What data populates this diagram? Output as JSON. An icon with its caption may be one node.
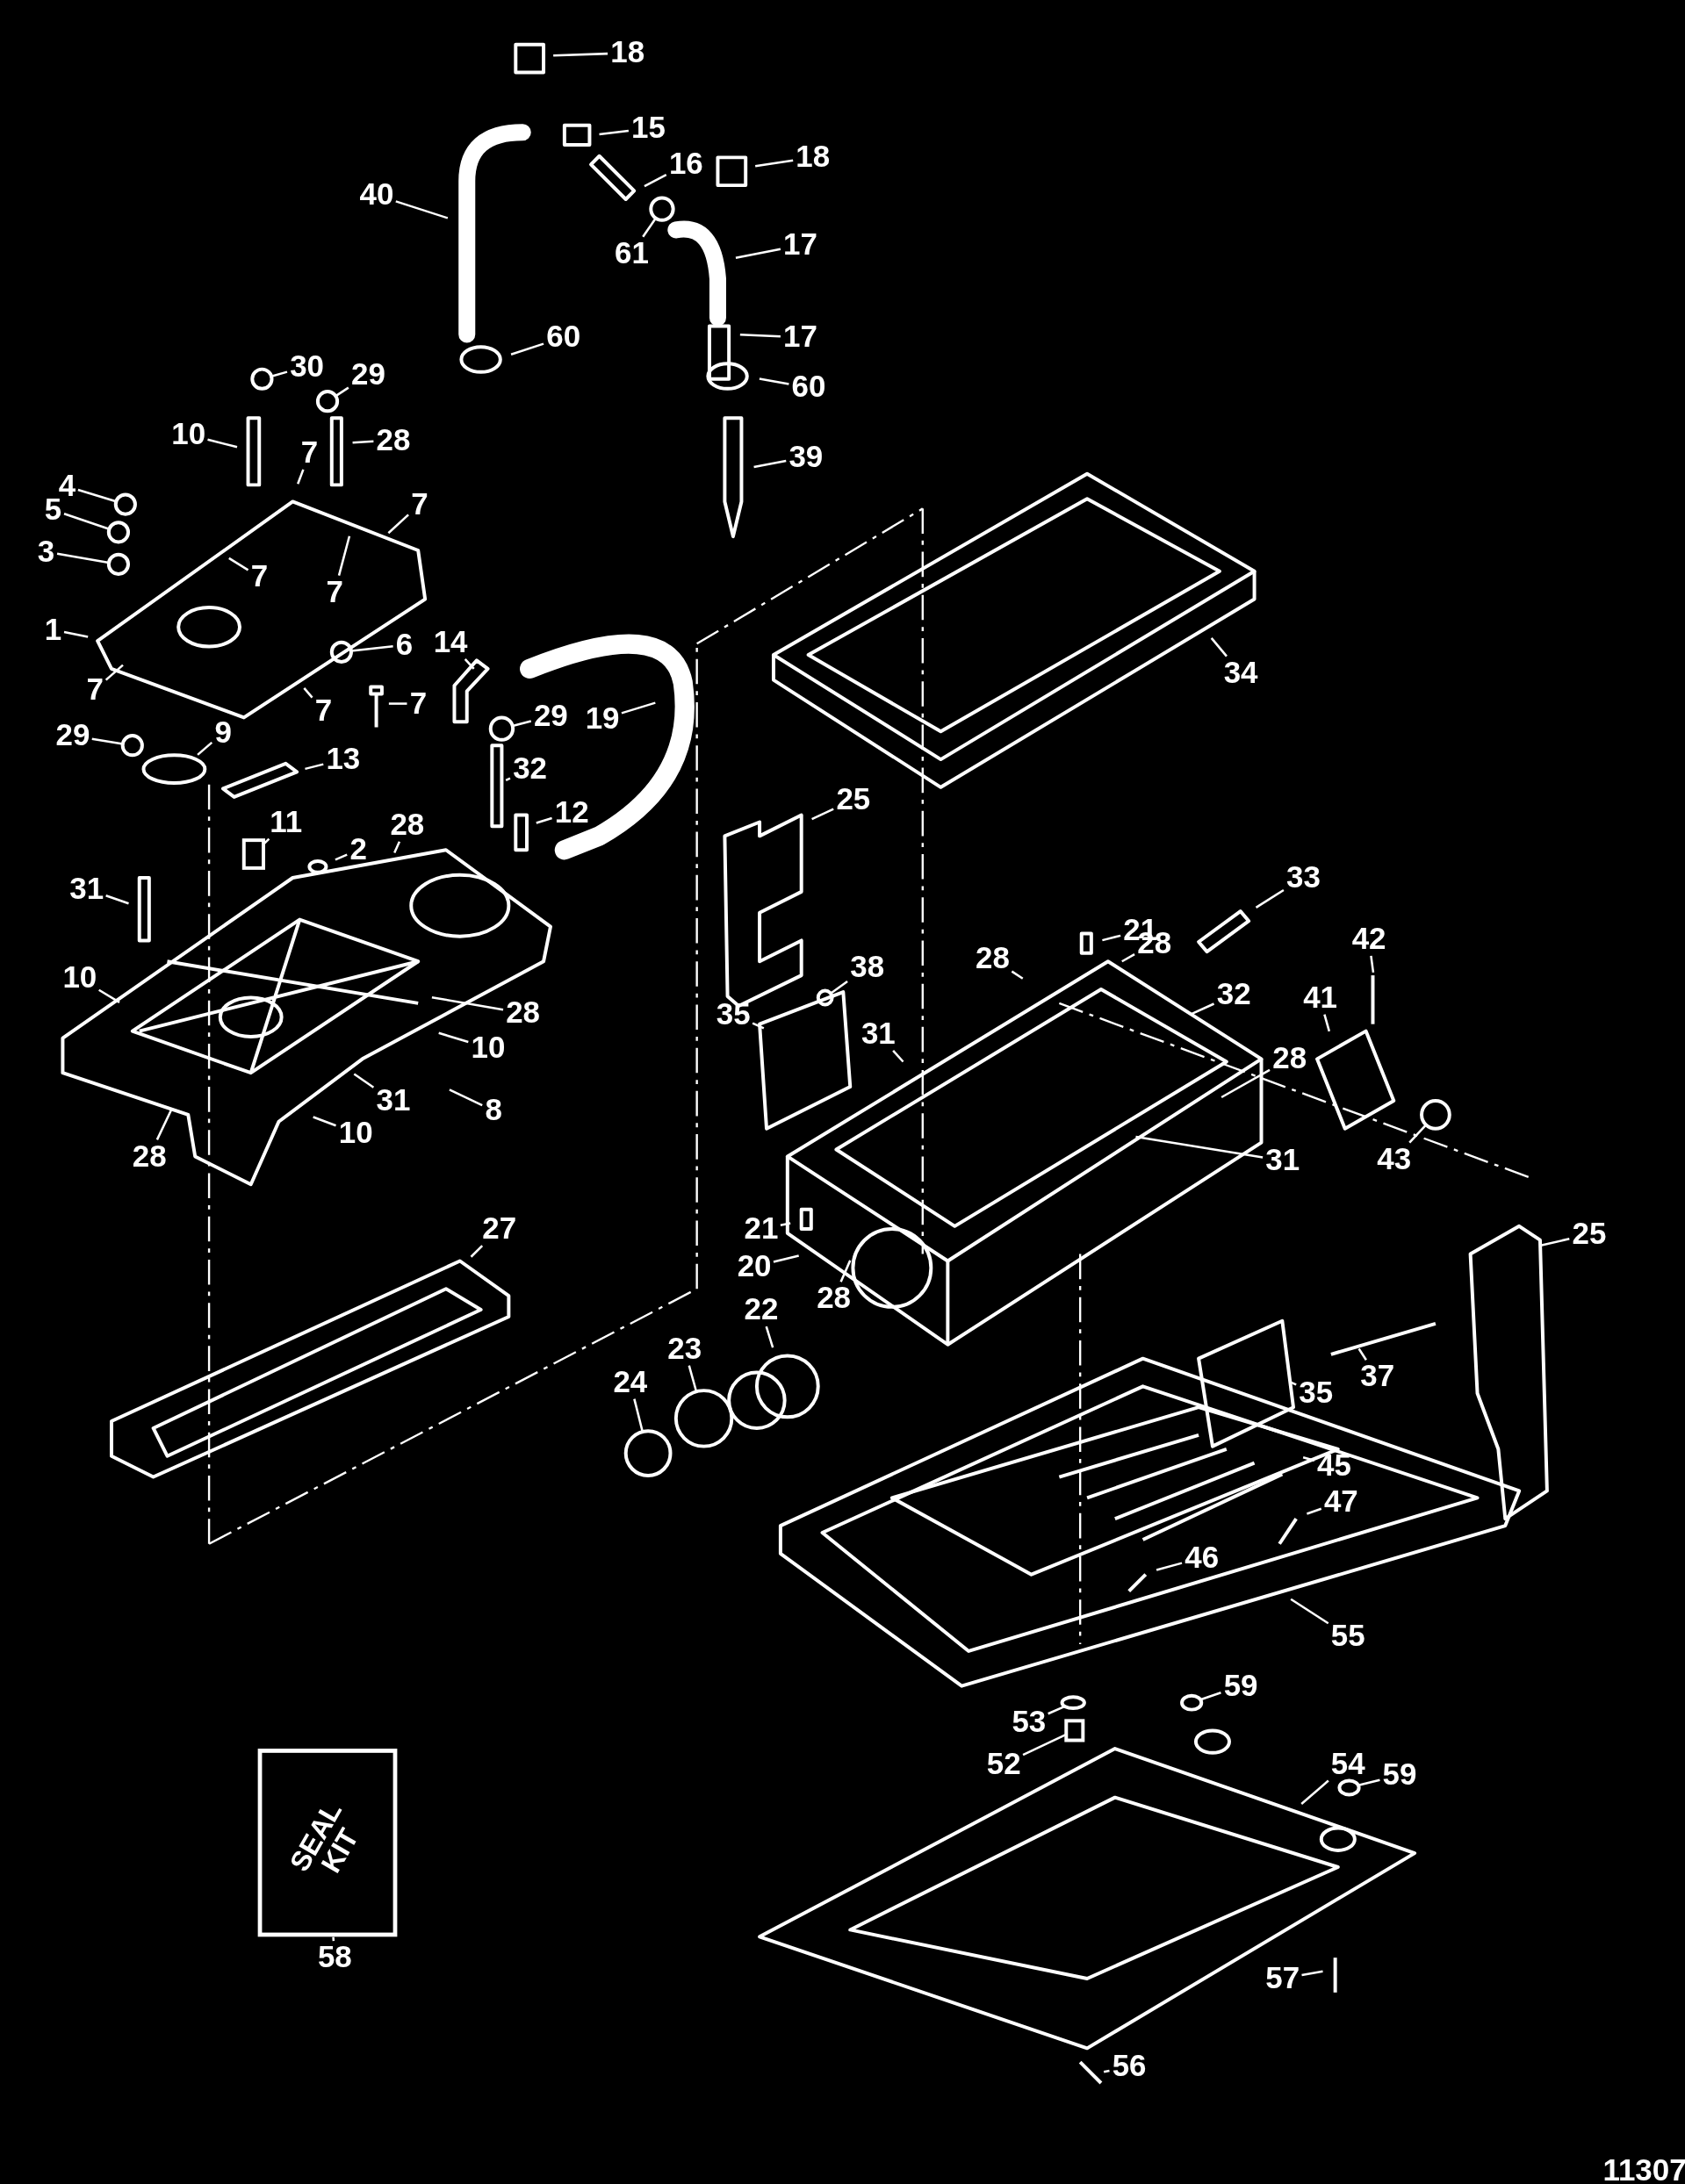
{
  "diagram": {
    "nodes": [
      {
        "text": [
          "18"
        ]
      },
      {
        "text": [
          "15"
        ]
      },
      {
        "text": [
          "18"
        ]
      },
      {
        "text": [
          "16"
        ]
      },
      {
        "text": [
          "40"
        ]
      },
      {
        "text": [
          "17"
        ]
      },
      {
        "text": [
          "61"
        ]
      },
      {
        "text": [
          "17"
        ]
      },
      {
        "text": [
          "60"
        ]
      },
      {
        "text": [
          "30"
        ]
      },
      {
        "text": [
          "29"
        ]
      },
      {
        "text": [
          "60"
        ]
      },
      {
        "text": [
          "10"
        ]
      },
      {
        "text": [
          "28"
        ]
      },
      {
        "text": [
          "7"
        ]
      },
      {
        "text": [
          "39"
        ]
      },
      {
        "text": [
          "4"
        ]
      },
      {
        "text": [
          "7"
        ]
      },
      {
        "text": [
          "5"
        ]
      },
      {
        "text": [
          "3"
        ]
      },
      {
        "text": [
          "7"
        ]
      },
      {
        "text": [
          "7"
        ]
      },
      {
        "text": [
          "1"
        ]
      },
      {
        "text": [
          "6"
        ]
      },
      {
        "text": [
          "14"
        ]
      },
      {
        "text": [
          "34"
        ]
      },
      {
        "text": [
          "7"
        ]
      },
      {
        "text": [
          "7"
        ]
      },
      {
        "text": [
          "7"
        ]
      },
      {
        "text": [
          "29"
        ]
      },
      {
        "text": [
          "19"
        ]
      },
      {
        "text": [
          "9"
        ]
      },
      {
        "text": [
          "29"
        ]
      },
      {
        "text": [
          "13"
        ]
      },
      {
        "text": [
          "32"
        ]
      },
      {
        "text": [
          "25"
        ]
      },
      {
        "text": [
          "12"
        ]
      },
      {
        "text": [
          "11"
        ]
      },
      {
        "text": [
          "28"
        ]
      },
      {
        "text": [
          "2"
        ]
      },
      {
        "text": [
          "33"
        ]
      },
      {
        "text": [
          "31"
        ]
      },
      {
        "text": [
          "21"
        ]
      },
      {
        "text": [
          "28"
        ]
      },
      {
        "text": [
          "28"
        ]
      },
      {
        "text": [
          "42"
        ]
      },
      {
        "text": [
          "38"
        ]
      },
      {
        "text": [
          "10"
        ]
      },
      {
        "text": [
          "32"
        ]
      },
      {
        "text": [
          "41"
        ]
      },
      {
        "text": [
          "28"
        ]
      },
      {
        "text": [
          "35"
        ]
      },
      {
        "text": [
          "31"
        ]
      },
      {
        "text": [
          "10"
        ]
      },
      {
        "text": [
          "28"
        ]
      },
      {
        "text": [
          "31"
        ]
      },
      {
        "text": [
          "8"
        ]
      },
      {
        "text": [
          "10"
        ]
      },
      {
        "text": [
          "43"
        ]
      },
      {
        "text": [
          "28"
        ]
      },
      {
        "text": [
          "31"
        ]
      },
      {
        "text": [
          "27"
        ]
      },
      {
        "text": [
          "21"
        ]
      },
      {
        "text": [
          "25"
        ]
      },
      {
        "text": [
          "20"
        ]
      },
      {
        "text": [
          "28"
        ]
      },
      {
        "text": [
          "22"
        ]
      },
      {
        "text": [
          "23"
        ]
      },
      {
        "text": [
          "37"
        ]
      },
      {
        "text": [
          "24"
        ]
      },
      {
        "text": [
          "35"
        ]
      },
      {
        "text": [
          "45"
        ]
      },
      {
        "text": [
          "47"
        ]
      },
      {
        "text": [
          "46"
        ]
      },
      {
        "text": [
          "55"
        ]
      },
      {
        "text": [
          "59"
        ]
      },
      {
        "text": [
          "53"
        ]
      },
      {
        "text": [
          "52"
        ]
      },
      {
        "text": [
          "54"
        ]
      },
      {
        "text": [
          "59"
        ]
      },
      {
        "text": [
          "SEAL KIT"
        ]
      },
      {
        "text": [
          "58"
        ]
      },
      {
        "text": [
          "57"
        ]
      },
      {
        "text": [
          "56"
        ]
      },
      {
        "text": [],
        "shape": "circle"
      },
      {
        "text": [],
        "shape": "circle"
      },
      {
        "text": [],
        "shape": "circle"
      },
      {
        "text": [],
        "shape": "circle"
      },
      {
        "text": [],
        "shape": "box"
      },
      {
        "text": [],
        "shape": "circle"
      },
      {
        "text": [],
        "shape": "circle"
      },
      {
        "text": [],
        "shape": "circle"
      },
      {
        "text": [],
        "shape": "circle"
      },
      {
        "text": [],
        "shape": "circle"
      },
      {
        "text": [],
        "shape": "circle"
      },
      {
        "text": [],
        "shape": "circle"
      },
      {
        "text": [],
        "shape": "circle"
      },
      {
        "text": [],
        "shape": "circle"
      },
      {
        "text": [],
        "shape": "circle"
      },
      {
        "text": [],
        "shape": "circle"
      },
      {
        "text": [],
        "shape": "circle"
      },
      {
        "text": [],
        "shape": "box"
      }
    ],
    "edges": [
      {
        "from": 0,
        "to": null,
        "arrow": "none"
      },
      {
        "from": 1,
        "to": null,
        "arrow": "none"
      },
      {
        "from": 2,
        "to": null,
        "arrow": "none"
      },
      {
        "from": 3,
        "to": null,
        "arrow": "none"
      },
      {
        "from": 4,
        "to": null,
        "arrow": "none"
      },
      {
        "from": 5,
        "to": null,
        "arrow": "none"
      },
      {
        "from": 6,
        "to": 84,
        "arrow": "none"
      },
      {
        "from": 7,
        "to": null,
        "arrow": "none"
      },
      {
        "from": 8,
        "to": null,
        "arrow": "none"
      },
      {
        "from": 9,
        "to": 85,
        "arrow": "none"
      },
      {
        "from": 10,
        "to": 86,
        "arrow": "none"
      },
      {
        "from": 11,
        "to": null,
        "arrow": "none"
      },
      {
        "from": 12,
        "to": null,
        "arrow": "none"
      },
      {
        "from": 13,
        "to": null,
        "arrow": "none"
      },
      {
        "from": 14,
        "to": null,
        "arrow": "none"
      },
      {
        "from": 15,
        "to": null,
        "arrow": "none"
      },
      {
        "from": 16,
        "to": 94,
        "arrow": "none"
      },
      {
        "from": 17,
        "to": null,
        "arrow": "none"
      },
      {
        "from": 18,
        "to": 95,
        "arrow": "none"
      },
      {
        "from": 19,
        "to": 96,
        "arrow": "none"
      },
      {
        "from": 20,
        "to": null,
        "arrow": "none"
      },
      {
        "from": 21,
        "to": null,
        "arrow": "none"
      },
      {
        "from": 22,
        "to": null,
        "arrow": "none"
      },
      {
        "from": 23,
        "to": 97,
        "arrow": "none"
      },
      {
        "from": 24,
        "to": null,
        "arrow": "none"
      },
      {
        "from": 25,
        "to": null,
        "arrow": "none"
      },
      {
        "from": 26,
        "to": null,
        "arrow": "none"
      },
      {
        "from": 27,
        "to": null,
        "arrow": "none"
      },
      {
        "from": 28,
        "to": null,
        "arrow": "none"
      },
      {
        "from": 29,
        "to": 87,
        "arrow": "none"
      },
      {
        "from": 30,
        "to": null,
        "arrow": "none"
      },
      {
        "from": 31,
        "to": null,
        "arrow": "none"
      },
      {
        "from": 32,
        "to": 98,
        "arrow": "none"
      },
      {
        "from": 33,
        "to": null,
        "arrow": "none"
      },
      {
        "from": 34,
        "to": null,
        "arrow": "none"
      },
      {
        "from": 35,
        "to": null,
        "arrow": "none"
      },
      {
        "from": 36,
        "to": null,
        "arrow": "none"
      },
      {
        "from": 37,
        "to": 88,
        "arrow": "none"
      },
      {
        "from": 38,
        "to": null,
        "arrow": "none"
      },
      {
        "from": 39,
        "to": null,
        "arrow": "none"
      },
      {
        "from": 40,
        "to": null,
        "arrow": "none"
      },
      {
        "from": 41,
        "to": null,
        "arrow": "none"
      },
      {
        "from": 42,
        "to": null,
        "arrow": "none"
      },
      {
        "from": 43,
        "to": null,
        "arrow": "none"
      },
      {
        "from": 44,
        "to": null,
        "arrow": "none"
      },
      {
        "from": 45,
        "to": null,
        "arrow": "none"
      },
      {
        "from": 46,
        "to": 93,
        "arrow": "none"
      },
      {
        "from": 47,
        "to": null,
        "arrow": "none"
      },
      {
        "from": 48,
        "to": null,
        "arrow": "none"
      },
      {
        "from": 49,
        "to": null,
        "arrow": "none"
      },
      {
        "from": 50,
        "to": null,
        "arrow": "none"
      },
      {
        "from": 51,
        "to": null,
        "arrow": "none"
      },
      {
        "from": 52,
        "to": null,
        "arrow": "none"
      },
      {
        "from": 53,
        "to": null,
        "arrow": "none"
      },
      {
        "from": 54,
        "to": null,
        "arrow": "none"
      },
      {
        "from": 55,
        "to": null,
        "arrow": "none"
      },
      {
        "from": 56,
        "to": null,
        "arrow": "none"
      },
      {
        "from": 57,
        "to": null,
        "arrow": "none"
      },
      {
        "from": 58,
        "to": 89,
        "arrow": "none"
      },
      {
        "from": 59,
        "to": null,
        "arrow": "none"
      },
      {
        "from": 60,
        "to": null,
        "arrow": "none"
      },
      {
        "from": 61,
        "to": null,
        "arrow": "none"
      },
      {
        "from": 62,
        "to": null,
        "arrow": "none"
      },
      {
        "from": 63,
        "to": null,
        "arrow": "none"
      },
      {
        "from": 64,
        "to": null,
        "arrow": "none"
      },
      {
        "from": 65,
        "to": null,
        "arrow": "none"
      },
      {
        "from": 66,
        "to": null,
        "arrow": "none"
      },
      {
        "from": 67,
        "to": 99,
        "arrow": "none"
      },
      {
        "from": 68,
        "to": null,
        "arrow": "none"
      },
      {
        "from": 69,
        "to": 100,
        "arrow": "none"
      },
      {
        "from": 70,
        "to": null,
        "arrow": "none"
      },
      {
        "from": 71,
        "to": null,
        "arrow": "none"
      },
      {
        "from": 72,
        "to": null,
        "arrow": "none"
      },
      {
        "from": 73,
        "to": null,
        "arrow": "none"
      },
      {
        "from": 74,
        "to": null,
        "arrow": "none"
      },
      {
        "from": 75,
        "to": 90,
        "arrow": "none"
      },
      {
        "from": 76,
        "to": 91,
        "arrow": "none"
      },
      {
        "from": 77,
        "to": 101,
        "arrow": "none"
      },
      {
        "from": 78,
        "to": null,
        "arrow": "none"
      },
      {
        "from": 79,
        "to": 92,
        "arrow": "none"
      },
      {
        "from": 81,
        "to": 80,
        "arrow": "none"
      },
      {
        "from": 82,
        "to": null,
        "arrow": "none"
      },
      {
        "from": 83,
        "to": null,
        "arrow": "none"
      }
    ],
    "labels": [
      "11307"
    ]
  }
}
